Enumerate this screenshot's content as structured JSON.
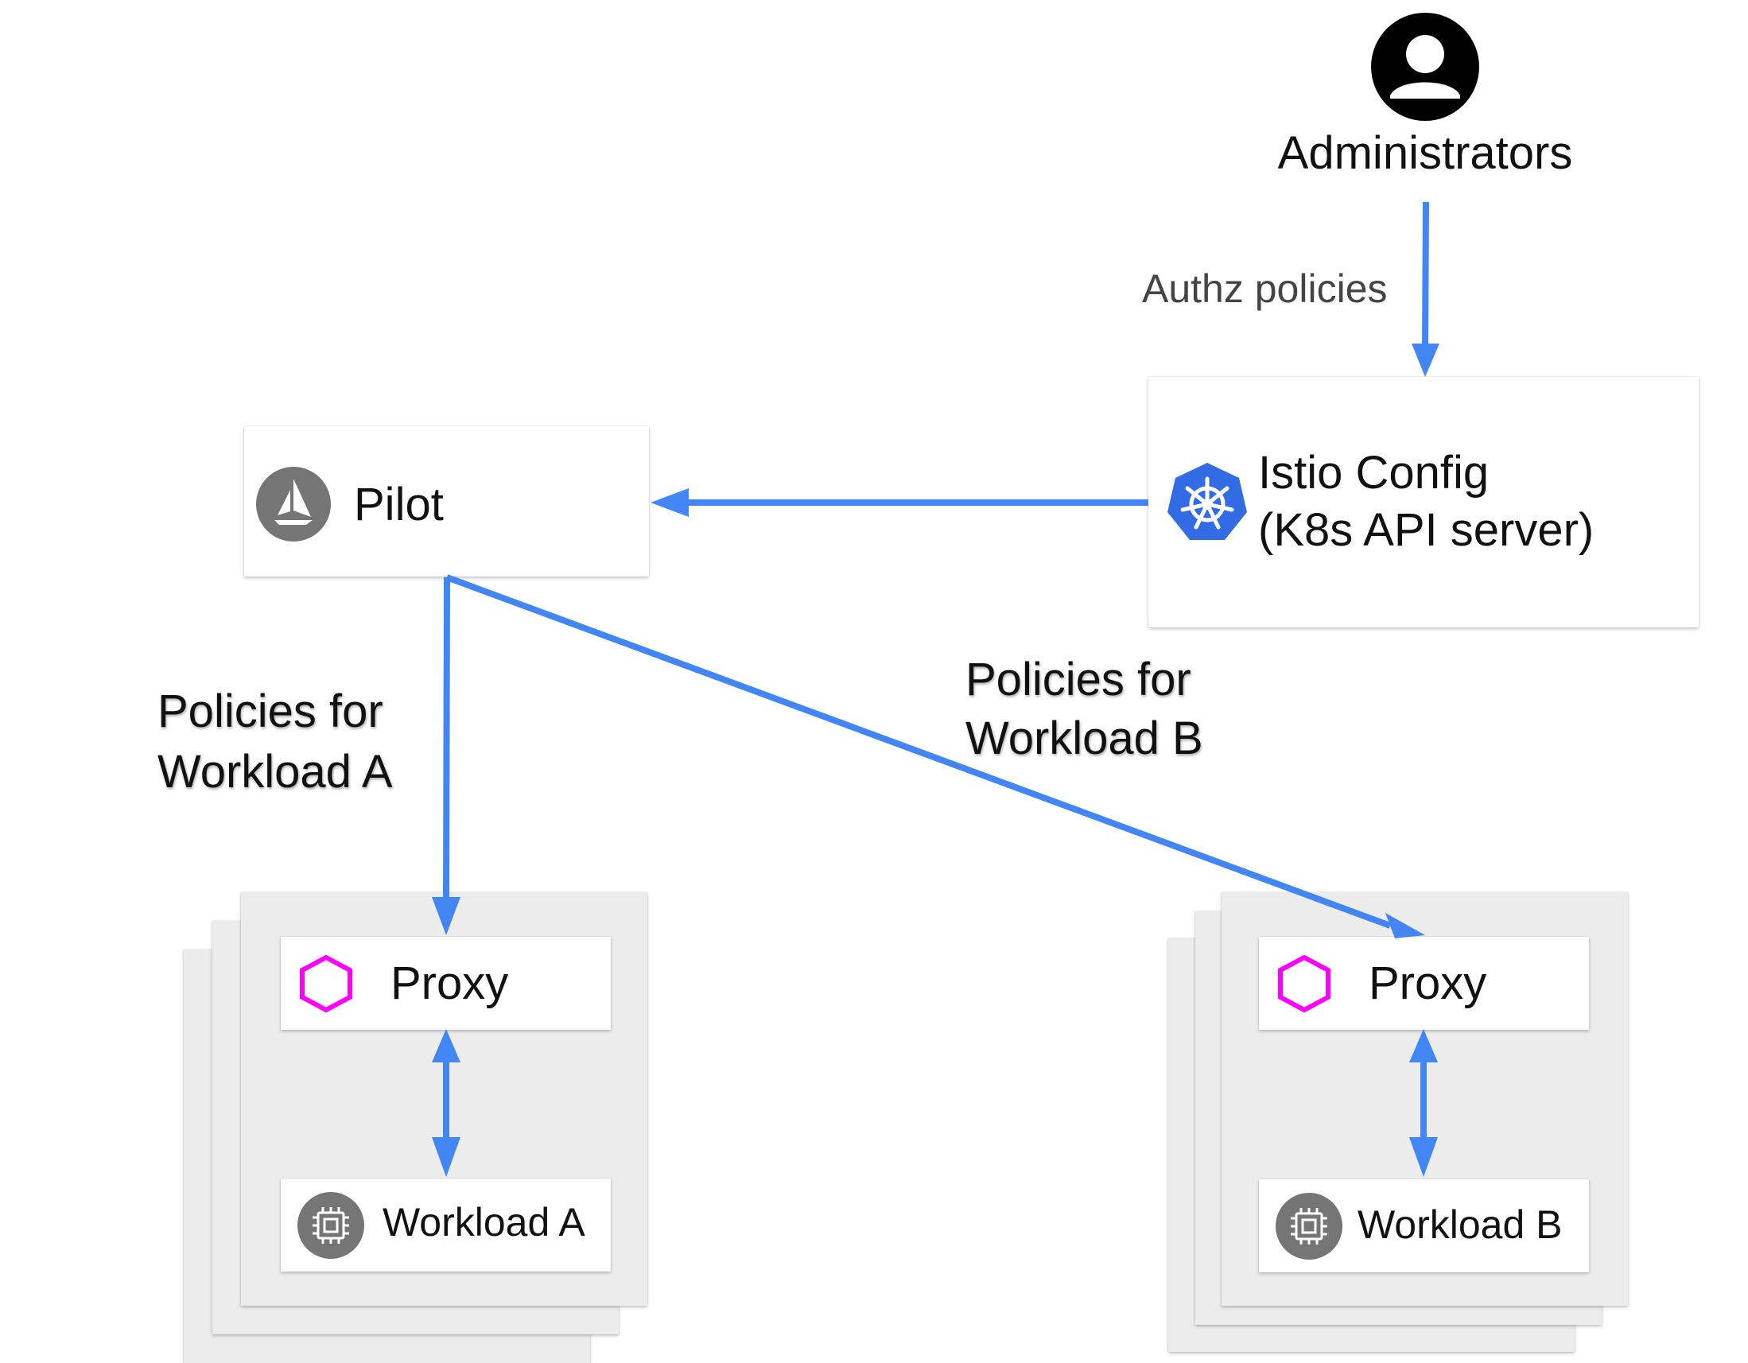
{
  "administrators": {
    "label": "Administrators",
    "icon": "user-account-icon"
  },
  "edges": {
    "authz_policies": "Authz policies",
    "policies_workload_a": [
      "Policies for",
      "Workload A"
    ],
    "policies_workload_b": [
      "Policies for",
      "Workload B"
    ]
  },
  "pilot": {
    "label": "Pilot",
    "icon": "istio-sailboat-icon"
  },
  "istio_config": {
    "line1": "Istio Config",
    "line2": "(K8s API server)",
    "icon": "kubernetes-helm-icon"
  },
  "group_a": {
    "proxy_label": "Proxy",
    "workload_label": "Workload A"
  },
  "group_b": {
    "proxy_label": "Proxy",
    "workload_label": "Workload B"
  },
  "colors": {
    "arrow": "#4285f4",
    "proxy_hexagon": "#ff00ff",
    "kubernetes": "#326ce5",
    "icon_grey": "#757575",
    "stack_fill": "#ececec"
  }
}
